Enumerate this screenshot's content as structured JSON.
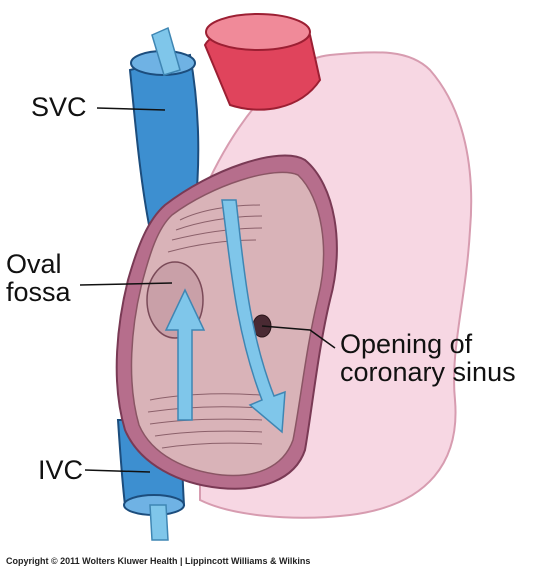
{
  "labels": {
    "svc": "SVC",
    "oval_fossa_line1": "Oval",
    "oval_fossa_line2": "fossa",
    "ivc": "IVC",
    "coronary_line1": "Opening of",
    "coronary_line2": "coronary sinus"
  },
  "copyright": "Copyright © 2011 Wolters Kluwer Health | Lippincott Williams & Wilkins",
  "colors": {
    "vein_blue": "#3d8fd0",
    "artery_red": "#e0445c",
    "heart_pink": "#f7d7e3",
    "chamber_mauve": "#d9b3b8",
    "arrow_blue": "#7fc6ea"
  }
}
